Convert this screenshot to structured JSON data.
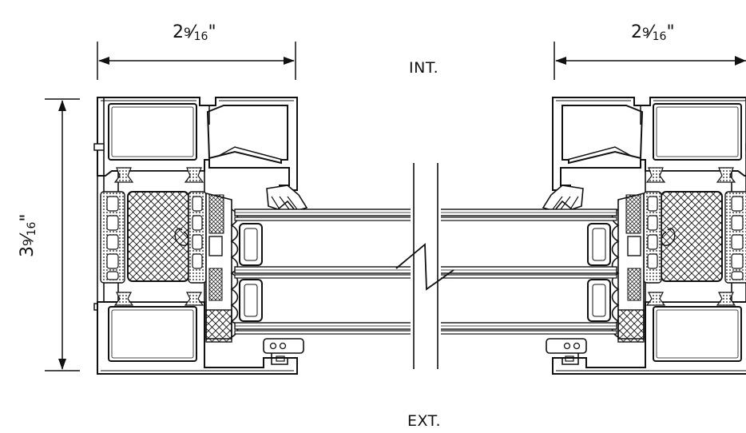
{
  "labels": {
    "interior": "INT.",
    "exterior": "EXT."
  },
  "dimensions": {
    "left_width": {
      "whole": "2",
      "num": "9",
      "den": "16",
      "mark": "\""
    },
    "right_width": {
      "whole": "2",
      "num": "9",
      "den": "16",
      "mark": "\""
    },
    "height": {
      "whole": "3",
      "num": "9",
      "den": "16",
      "mark": "\""
    }
  },
  "colors": {
    "line": "#111111",
    "fill": "#ffffff"
  }
}
